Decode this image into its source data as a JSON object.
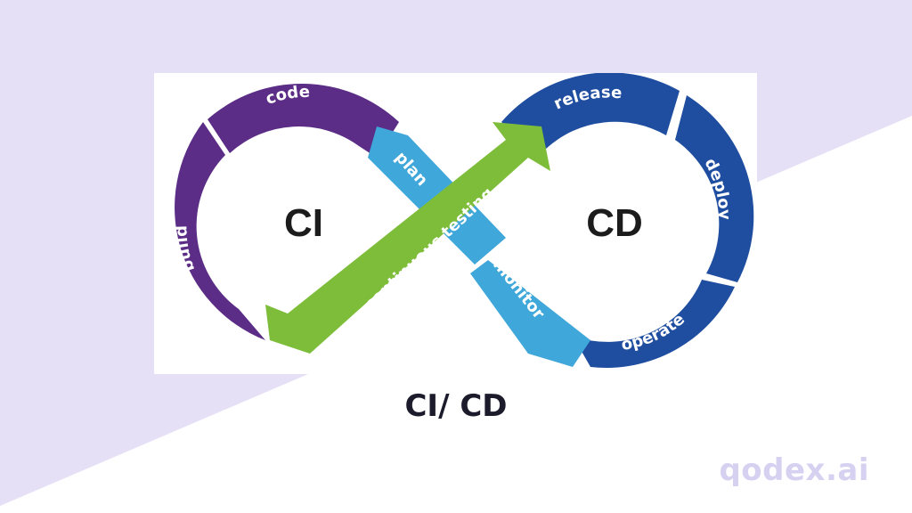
{
  "colors": {
    "background_accent": "#e6e0f7",
    "ci_loop": "#5b2d86",
    "cd_loop": "#1f4ea0",
    "plan_monitor": "#3fa7d9",
    "continuous_testing": "#7dbd3a"
  },
  "diagram": {
    "ci_label": "CI",
    "cd_label": "CD",
    "segments": {
      "code": "code",
      "build": "build",
      "plan": "plan",
      "continuous_testing": "continuous testing",
      "release": "release",
      "deploy": "deploy",
      "operate": "operate",
      "monitor": "monitor"
    }
  },
  "caption": "CI/ CD",
  "brand": "qodex.ai"
}
